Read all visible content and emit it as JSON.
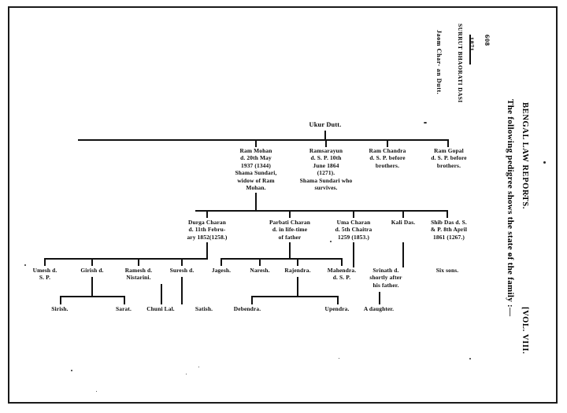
{
  "document": {
    "running_head": "BENGAL LAW REPORTS.",
    "volume_label": "[VOL. VIII.",
    "page_number": "608",
    "pedigree_note": "The following pedigree shows the state of the family :—",
    "year": "1871",
    "case_party_1": "SURRUT\nBHAORATI\nDASI",
    "case_party_1_line1": "SURRUT",
    "case_party_1_line2": "BHAORATI",
    "case_party_1_line3": "DASI",
    "case_party_2_line1": "Jaom Char-",
    "case_party_2_line2": "an Dutt.",
    "colors": {
      "ink": "#0b0b0b",
      "paper": "#ffffff",
      "border": "#1a1a1a",
      "surround": "#7a7a7a"
    }
  },
  "pedigree": {
    "type": "family-tree",
    "generations": [
      {
        "level": 1,
        "nodes": [
          {
            "id": "ukur-dutt",
            "lines": [
              "Ukur Dutt."
            ]
          }
        ]
      },
      {
        "level": 2,
        "nodes": [
          {
            "id": "ram-mohan",
            "lines": [
              "Ram Mohan",
              "d. 20th May",
              "1937 (1344)",
              "Shama Sundari,",
              "widow of Ram",
              "Mohan."
            ]
          },
          {
            "id": "ramsarayun",
            "lines": [
              "Ramsarayun",
              "d. S. P. 10th",
              "June 1864",
              "(1271).",
              "Shama Sundari who",
              "survives."
            ]
          },
          {
            "id": "ram-chandra",
            "lines": [
              "Ram Chandra",
              "d. S. P. before",
              "brothers."
            ]
          },
          {
            "id": "ram-gopal",
            "lines": [
              "Ram Gopal",
              "d. S. P. before",
              "brothers."
            ]
          }
        ]
      },
      {
        "level": 3,
        "nodes": [
          {
            "id": "durga-charan",
            "lines": [
              "Durga Charan",
              "d. 11th Febru-",
              "ary 1852(1258.)"
            ]
          },
          {
            "id": "parbati-charan",
            "lines": [
              "Parbati Charan",
              "d. in life-time",
              "of father"
            ]
          },
          {
            "id": "uma-charan",
            "lines": [
              "Uma Charan",
              "d. 5th Chaitra",
              "1259 (1853.)"
            ]
          },
          {
            "id": "kali-das",
            "lines": [
              "Kali Das."
            ]
          },
          {
            "id": "shib-das",
            "lines": [
              "Shib Das d. S.",
              "& P. 8th April",
              "1861 (1267.)"
            ]
          }
        ]
      },
      {
        "level": 4,
        "nodes": [
          {
            "id": "umesh",
            "lines": [
              "Umesh d.",
              "S. P."
            ]
          },
          {
            "id": "girish",
            "lines": [
              "Girish d."
            ]
          },
          {
            "id": "ramesh",
            "lines": [
              "Ramesh d.",
              "Nistarini."
            ]
          },
          {
            "id": "suresh",
            "lines": [
              "Suresh d."
            ]
          },
          {
            "id": "jagesh",
            "lines": [
              "Jagesh."
            ]
          },
          {
            "id": "naresh",
            "lines": [
              "Naresh."
            ]
          },
          {
            "id": "rajendra",
            "lines": [
              "Rajendra."
            ]
          },
          {
            "id": "mahendra",
            "lines": [
              "Mahendra.",
              "d. S. P."
            ]
          },
          {
            "id": "srinath",
            "lines": [
              "Srinath d.",
              "shortly after",
              "his father."
            ]
          },
          {
            "id": "six-sons",
            "lines": [
              "Six sons."
            ]
          }
        ]
      },
      {
        "level": 5,
        "nodes": [
          {
            "id": "sirish",
            "lines": [
              "Sirish."
            ]
          },
          {
            "id": "sarat",
            "lines": [
              "Sarat."
            ]
          },
          {
            "id": "chuni-lal",
            "lines": [
              "Chuni Lal."
            ]
          },
          {
            "id": "satish",
            "lines": [
              "Satish."
            ]
          },
          {
            "id": "debendra",
            "lines": [
              "Debendra."
            ]
          },
          {
            "id": "upendra",
            "lines": [
              "Upendra."
            ]
          },
          {
            "id": "a-daughter",
            "lines": [
              "A daughter."
            ]
          }
        ]
      }
    ]
  }
}
